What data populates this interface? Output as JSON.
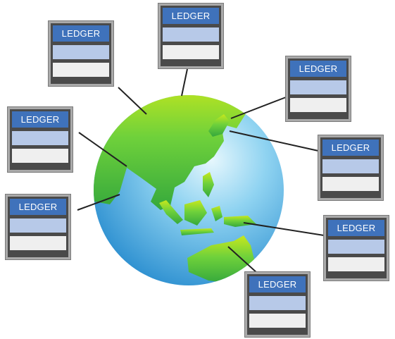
{
  "diagram": {
    "ledgers": [
      {
        "id": "ledger-top-left",
        "label": "LEDGER"
      },
      {
        "id": "ledger-top-center",
        "label": "LEDGER"
      },
      {
        "id": "ledger-right-upper",
        "label": "LEDGER"
      },
      {
        "id": "ledger-left-middle",
        "label": "LEDGER"
      },
      {
        "id": "ledger-right-middle",
        "label": "LEDGER"
      },
      {
        "id": "ledger-left-lower",
        "label": "LEDGER"
      },
      {
        "id": "ledger-right-lower",
        "label": "LEDGER"
      },
      {
        "id": "ledger-bottom",
        "label": "LEDGER"
      }
    ]
  },
  "colors": {
    "ledger_header": "#3f72bb",
    "ledger_row_blue": "#b7c9e8",
    "ledger_row_white": "#efefef",
    "ocean": "#4fb3e6",
    "land": "#5cc43a"
  }
}
